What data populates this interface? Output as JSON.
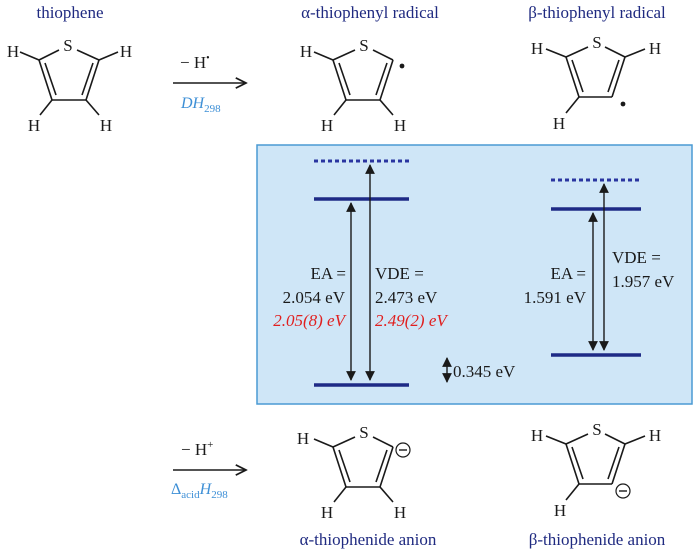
{
  "colors": {
    "title": "#1f2a80",
    "black": "#1a1a1a",
    "link": "#3d8fd6",
    "red": "#e02020",
    "panel_fill": "#cfe6f7",
    "panel_stroke": "#4a9ad4",
    "level": "#1e2a86",
    "level_dotted": "#2a35a0"
  },
  "headers": {
    "thiophene": "thiophene",
    "alpha_radical": "α-thiophenyl radical",
    "beta_radical": "β-thiophenyl radical",
    "alpha_anion": "α-thiophenide anion",
    "beta_anion": "β-thiophenide anion"
  },
  "atoms": {
    "S": "S",
    "H": "H"
  },
  "reactions": {
    "radical": {
      "minus": "− H",
      "dot": "•",
      "dh": "DH",
      "dh_sub": "298"
    },
    "anion": {
      "minus": "− H",
      "plus": "+",
      "delta": "Δ",
      "acid": "acid",
      "h": "H",
      "h_sub": "298"
    }
  },
  "energy": {
    "alpha": {
      "ea_label": "EA =",
      "ea_value": "2.054 eV",
      "ea_exp": "2.05(8) eV",
      "vde_label": "VDE =",
      "vde_value": "2.473 eV",
      "vde_exp": "2.49(2) eV"
    },
    "beta": {
      "ea_label": "EA =",
      "ea_value": "1.591 eV",
      "vde_label": "VDE =",
      "vde_value": "1.957 eV"
    },
    "gap": "0.345 eV"
  },
  "levels_ev": {
    "alpha": {
      "ea": 2.054,
      "vde": 2.473
    },
    "beta": {
      "ea": 1.591,
      "vde": 1.957
    },
    "anion_offset": 0.345
  }
}
